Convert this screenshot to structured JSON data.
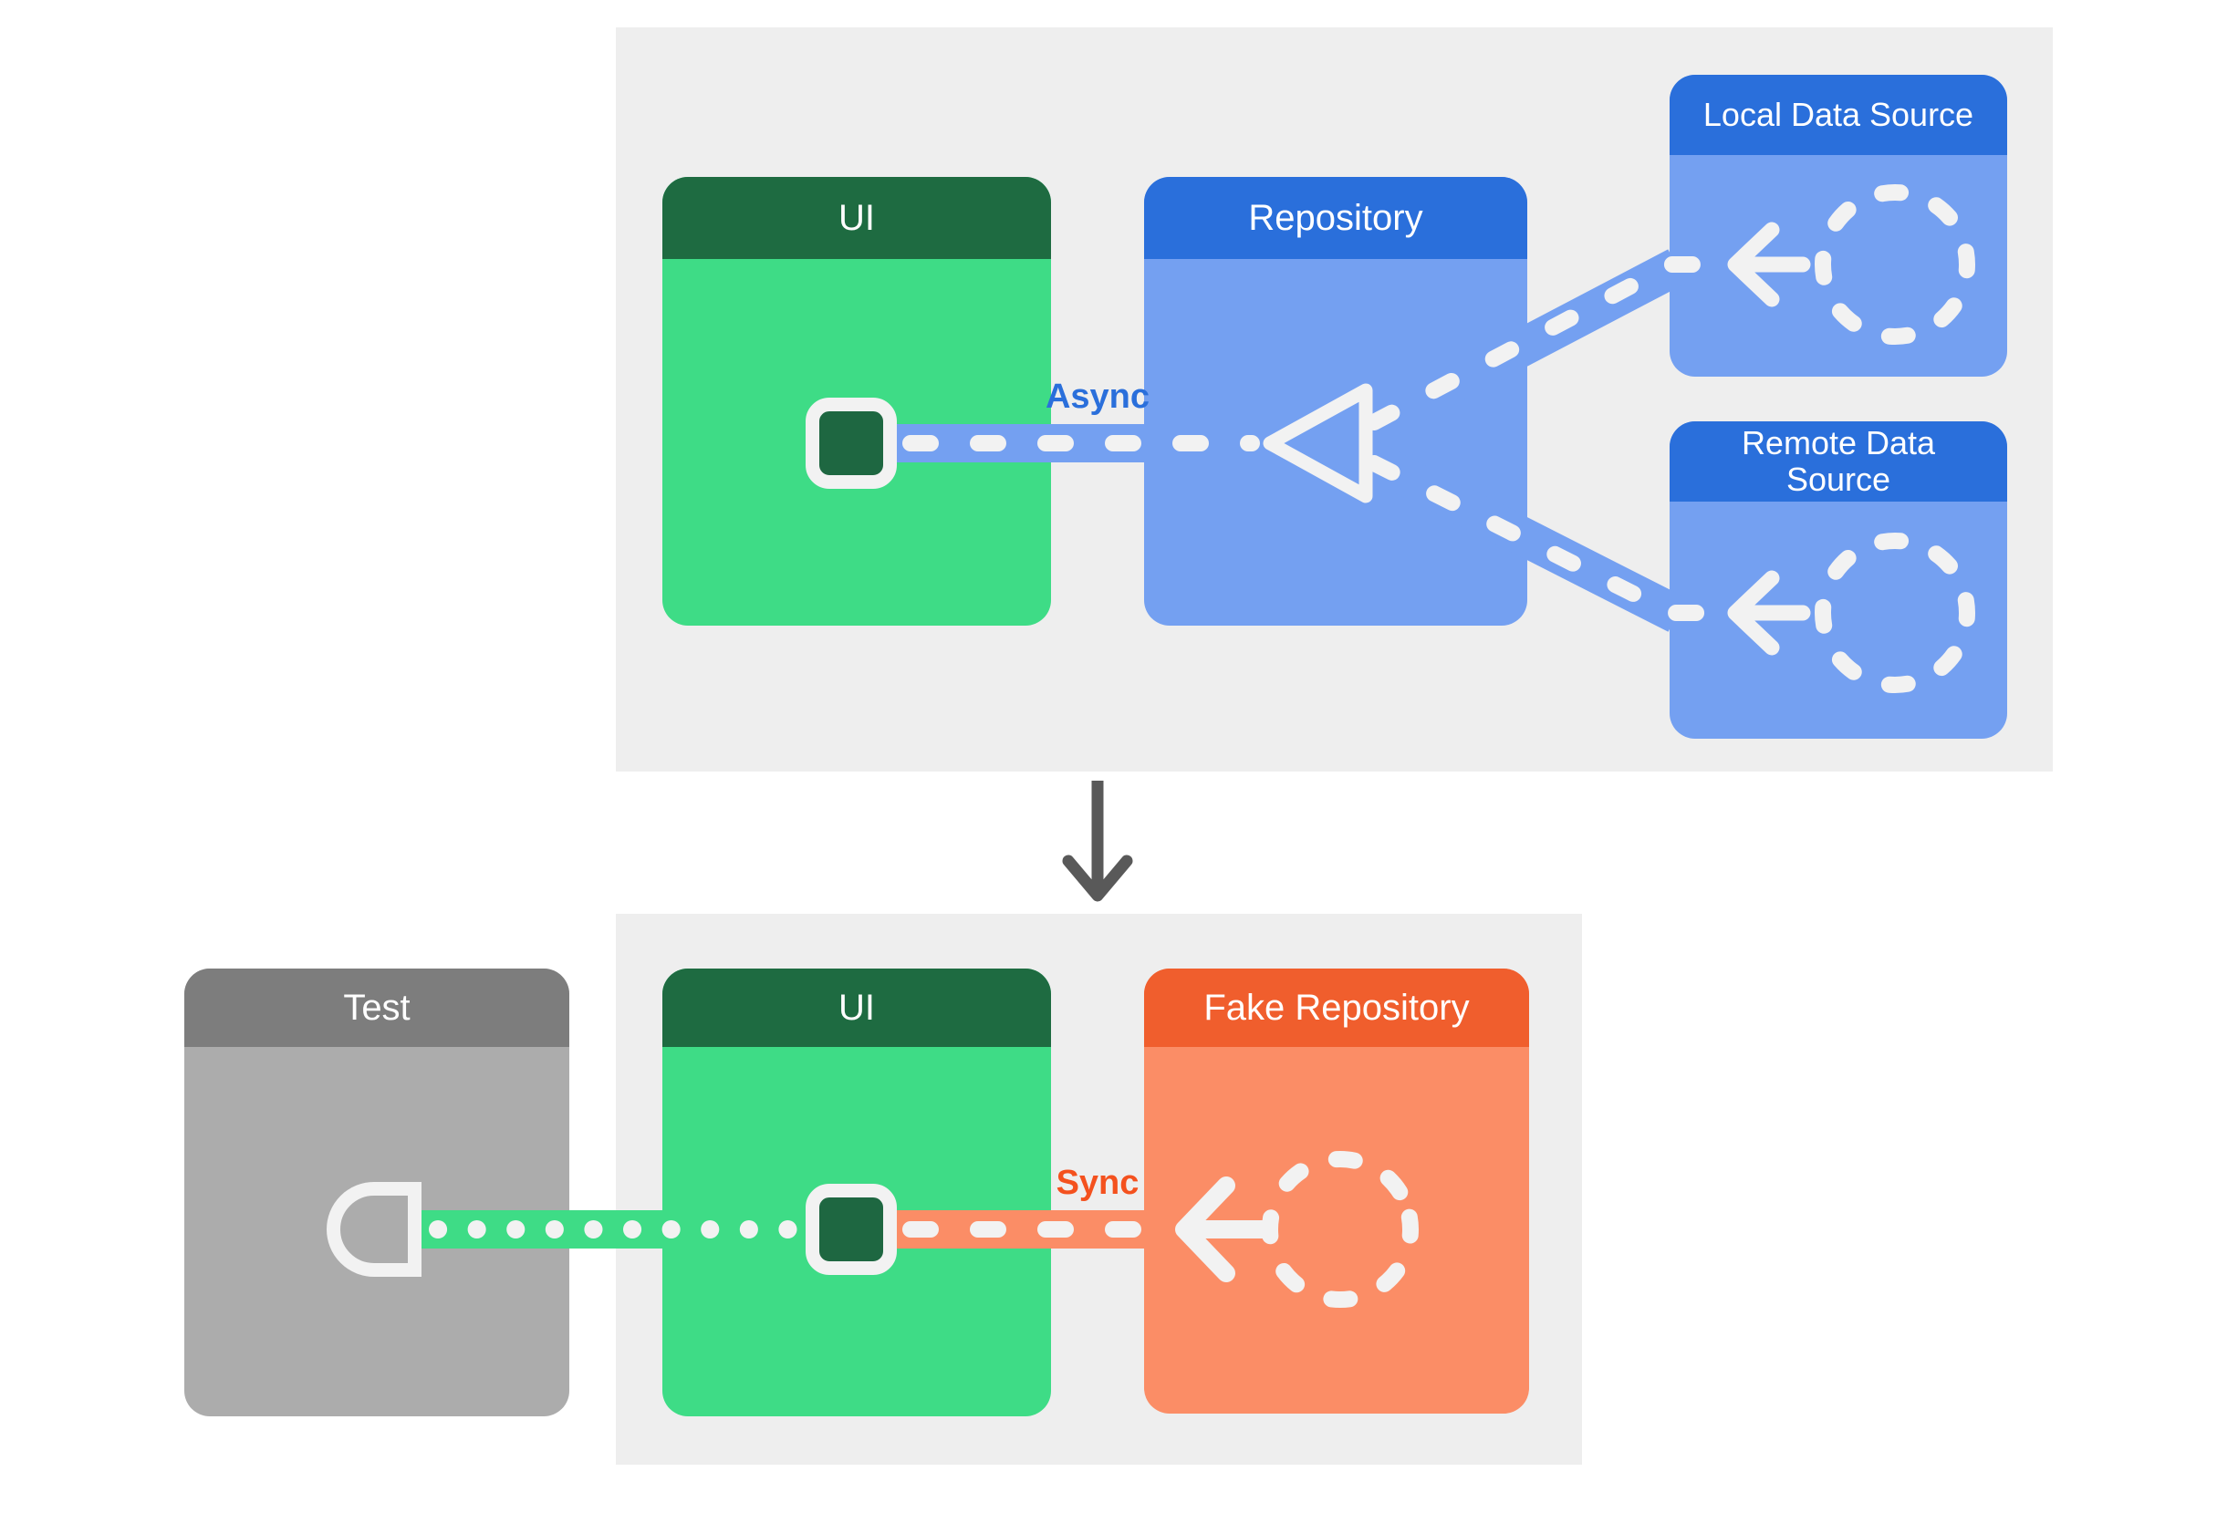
{
  "colors": {
    "panel_bg": "#eeeeee",
    "green_dark": "#1e6b41",
    "green": "#3edc86",
    "blue_dark": "#2a6fdb",
    "blue_light": "#74a0f1",
    "orange_dark": "#f05e2d",
    "orange_light": "#fb8d66",
    "gray_dark": "#7d7d7d",
    "gray_light": "#acacac",
    "connector_white": "#f2f2f2",
    "flow_arrow_gray": "#595959",
    "async_label_color": "#2a6fdb",
    "sync_label_color": "#f4511e"
  },
  "production_flow": {
    "ui_box": {
      "title": "UI"
    },
    "repository_box": {
      "title": "Repository"
    },
    "local_data_source_box": {
      "title": "Local Data Source"
    },
    "remote_data_source_box": {
      "title": "Remote Data Source"
    },
    "connection_label": "Async"
  },
  "test_flow": {
    "test_box": {
      "title": "Test"
    },
    "ui_box": {
      "title": "UI"
    },
    "fake_repository_box": {
      "title": "Fake Repository"
    },
    "connection_label": "Sync"
  },
  "icons": {
    "ui_port": "interface-port-icon",
    "test_socket": "test-socket-icon",
    "data_source_circle": "dashed-circle-icon",
    "merge_triangle": "merge-arrowhead-icon",
    "left_arrow": "arrow-left-icon",
    "flow_down_arrow": "arrow-down-icon"
  }
}
